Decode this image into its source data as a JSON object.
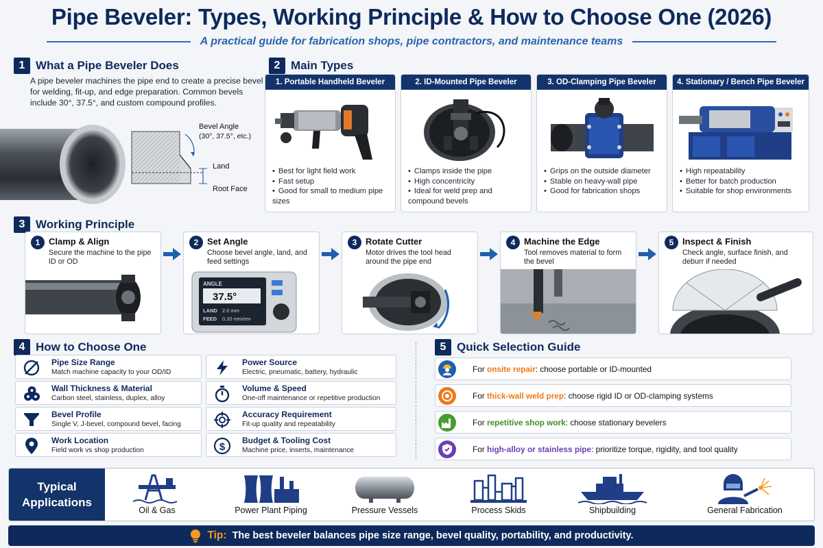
{
  "header": {
    "title": "Pipe Beveler: Types, Working Principle & How to Choose One (2026)",
    "subtitle": "A practical guide for fabrication shops, pipe contractors, and maintenance teams"
  },
  "section1": {
    "number": "1",
    "title": "What a Pipe Beveler Does",
    "body": "A pipe beveler machines the pipe end to create a precise bevel for welding, fit-up, and edge preparation. Common bevels include 30°, 37.5°, and custom compound profiles.",
    "labels": {
      "bevel_angle": "Bevel Angle",
      "bevel_angle_values": "(30°, 37.5°, etc.)",
      "land": "Land",
      "root_face": "Root Face"
    }
  },
  "section2": {
    "number": "2",
    "title": "Main Types",
    "types": [
      {
        "title": "1. Portable Handheld Beveler",
        "bullets": [
          "Best for light field work",
          "Fast setup",
          "Good for small to medium pipe sizes"
        ]
      },
      {
        "title": "2. ID-Mounted Pipe Beveler",
        "bullets": [
          "Clamps inside the pipe",
          "High concentricity",
          "Ideal for weld prep and compound bevels"
        ]
      },
      {
        "title": "3. OD-Clamping Pipe Beveler",
        "bullets": [
          "Grips on the outside diameter",
          "Stable on heavy-wall pipe",
          "Good for fabrication shops"
        ]
      },
      {
        "title": "4. Stationary / Bench Pipe Beveler",
        "bullets": [
          "High repeatability",
          "Better for batch production",
          "Suitable for shop environments"
        ]
      }
    ]
  },
  "section3": {
    "number": "3",
    "title": "Working Principle",
    "steps": [
      {
        "num": "1",
        "title": "Clamp & Align",
        "desc": "Secure the machine to the pipe ID or OD"
      },
      {
        "num": "2",
        "title": "Set Angle",
        "desc": "Choose bevel angle, land, and feed settings"
      },
      {
        "num": "3",
        "title": "Rotate Cutter",
        "desc": "Motor drives the tool head around the pipe end"
      },
      {
        "num": "4",
        "title": "Machine the Edge",
        "desc": "Tool removes material to form the bevel"
      },
      {
        "num": "5",
        "title": "Inspect & Finish",
        "desc": "Check angle, surface finish, and deburr if needed"
      }
    ],
    "display": {
      "angle_label": "ANGLE",
      "angle_value": "37.5°",
      "land_label": "LAND",
      "land_value": "2.0 mm",
      "feed_label": "FEED",
      "feed_value": "0.20 mm/rev"
    }
  },
  "section4": {
    "number": "4",
    "title": "How to Choose One",
    "items": [
      {
        "icon": "diameter-icon",
        "title": "Pipe Size Range",
        "desc": "Match machine capacity to your OD/ID"
      },
      {
        "icon": "power-bolt-icon",
        "title": "Power Source",
        "desc": "Electric, pneumatic, battery, hydraulic"
      },
      {
        "icon": "pipe-stack-icon",
        "title": "Wall Thickness & Material",
        "desc": "Carbon steel, stainless, duplex, alloy"
      },
      {
        "icon": "stopwatch-icon",
        "title": "Volume & Speed",
        "desc": "One-off maintenance or repetitive production"
      },
      {
        "icon": "bevel-profile-icon",
        "title": "Bevel Profile",
        "desc": "Single V, J-bevel, compound bevel, facing"
      },
      {
        "icon": "crosshair-icon",
        "title": "Accuracy Requirement",
        "desc": "Fit-up quality and repeatability"
      },
      {
        "icon": "location-pin-icon",
        "title": "Work Location",
        "desc": "Field work vs shop production"
      },
      {
        "icon": "dollar-icon",
        "title": "Budget & Tooling Cost",
        "desc": "Machine price, inserts, maintenance"
      }
    ]
  },
  "section5": {
    "number": "5",
    "title": "Quick Selection Guide",
    "rows": [
      {
        "icon": "worker-icon",
        "icon_color": "#1f5fae",
        "prefix": "For ",
        "highlight": "onsite repair",
        "highlight_color": "#ee7a1a",
        "suffix": ": choose portable or ID-mounted"
      },
      {
        "icon": "target-icon",
        "icon_color": "#ee7a1a",
        "prefix": "For ",
        "highlight": "thick-wall weld prep",
        "highlight_color": "#ee7a1a",
        "suffix": ": choose rigid ID or OD-clamping systems"
      },
      {
        "icon": "factory-icon",
        "icon_color": "#4a9a2e",
        "prefix": "For ",
        "highlight": "repetitive shop work",
        "highlight_color": "#3f8f26",
        "suffix": ": choose stationary bevelers"
      },
      {
        "icon": "shield-icon",
        "icon_color": "#6b3fb3",
        "prefix": "For ",
        "highlight": "high-alloy or stainless pipe",
        "highlight_color": "#6b3fb3",
        "suffix": ": prioritize torque, rigidity, and tool quality"
      }
    ]
  },
  "applications": {
    "label_line1": "Typical",
    "label_line2": "Applications",
    "items": [
      {
        "icon": "oil-rig-icon",
        "label": "Oil & Gas"
      },
      {
        "icon": "power-plant-icon",
        "label": "Power Plant Piping"
      },
      {
        "icon": "pressure-vessel-icon",
        "label": "Pressure Vessels"
      },
      {
        "icon": "process-skid-icon",
        "label": "Process Skids"
      },
      {
        "icon": "ship-icon",
        "label": "Shipbuilding"
      },
      {
        "icon": "welder-icon",
        "label": "General Fabrication"
      }
    ]
  },
  "tip": {
    "label": "Tip:",
    "text": "The best beveler balances pipe size range, bevel quality, portability, and productivity."
  }
}
